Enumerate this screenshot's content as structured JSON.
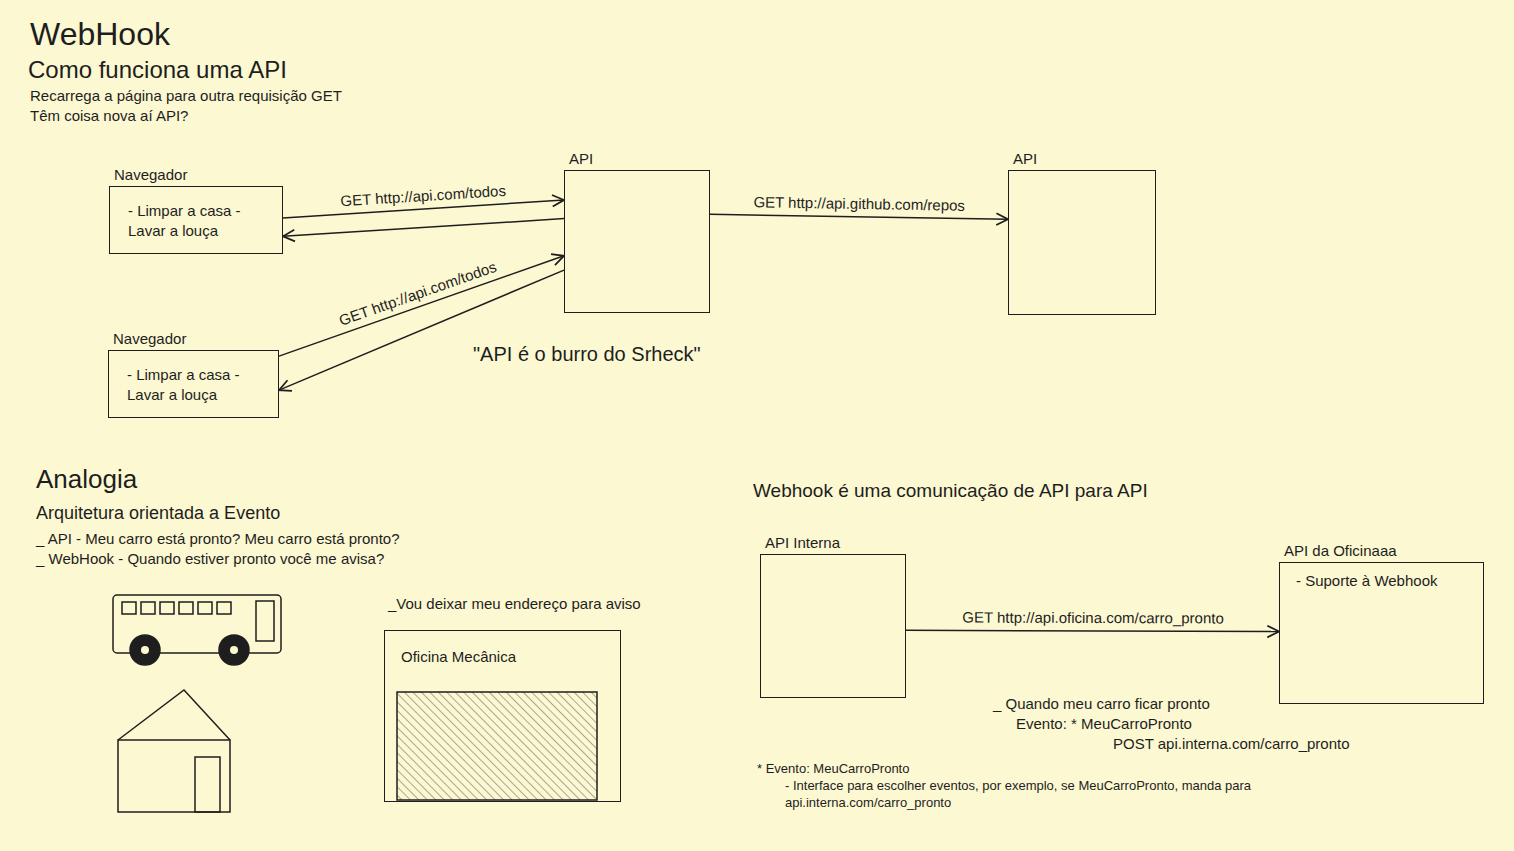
{
  "diagram": {
    "title": "WebHook",
    "nodes": [
      {
        "text": [
          "Navegador",
          "- Limpar a casa - Lavar a louça"
        ]
      },
      {
        "text": [
          "API"
        ]
      },
      {
        "text": [
          "API"
        ]
      },
      {
        "text": [
          "Navegador",
          "- Limpar a casa - Lavar a louça"
        ]
      },
      {
        "text": [
          "Oficina Mecânica"
        ]
      },
      {
        "text": [
          "API Interna"
        ]
      },
      {
        "text": [
          "API da Oficinaaa",
          "- Suporte à Webhook"
        ]
      }
    ],
    "edges": [
      {
        "from": 0,
        "to": 1,
        "label": "GET http://api.com/todos",
        "arrow": "to"
      },
      {
        "from": 1,
        "to": 0,
        "arrow": "to"
      },
      {
        "from": 3,
        "to": 1,
        "label": "GET http://api.com/todos",
        "arrow": "to"
      },
      {
        "from": 1,
        "to": 3,
        "arrow": "to"
      },
      {
        "from": 1,
        "to": 2,
        "label": "GET http://api.github.com/repos",
        "arrow": "to"
      },
      {
        "from": 5,
        "to": 6,
        "label": "GET http://api.oficina.com/carro_pronto",
        "arrow": "to"
      }
    ],
    "labels": [
      "Como funciona uma API",
      "Recarrega a página para outra requisição GET",
      "Têm coisa nova aí API?",
      "\"API é o burro do Srheck\"",
      "Analogia",
      "Arquitetura orientada a Evento",
      "_ API - Meu carro está pronto? Meu carro está pronto?",
      "_ WebHook - Quando estiver pronto você me avisa?",
      "_Vou deixar meu endereço para aviso",
      "Webhook é uma comunicação de API para API",
      "_ Quando meu carro ficar pronto",
      "Evento: * MeuCarroPronto",
      "POST api.interna.com/carro_pronto",
      "* Evento: MeuCarroPronto",
      "- Interface para escolher eventos, por exemplo, se MeuCarroPronto, manda para api.interna.com/carro_pronto"
    ]
  }
}
